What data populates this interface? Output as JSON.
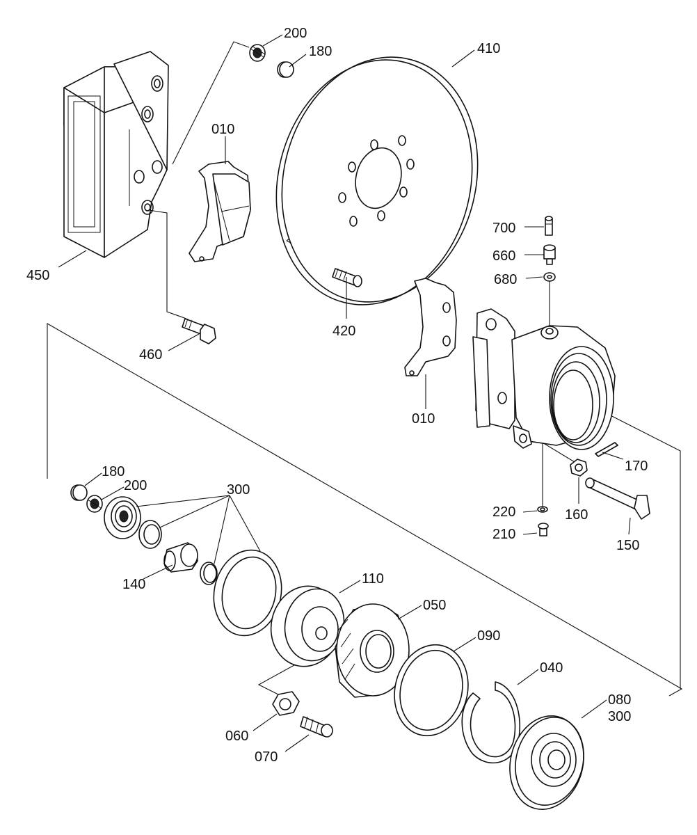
{
  "labels": {
    "l410": "410",
    "l200a": "200",
    "l180a": "180",
    "l010a": "010",
    "l450": "450",
    "l460": "460",
    "l420": "420",
    "l010b": "010",
    "l700": "700",
    "l660": "660",
    "l680": "680",
    "l170": "170",
    "l220": "220",
    "l160": "160",
    "l210": "210",
    "l150": "150",
    "l180b": "180",
    "l200b": "200",
    "l300a": "300",
    "l140": "140",
    "l110": "110",
    "l050": "050",
    "l090": "090",
    "l040": "040",
    "l080": "080",
    "l300b": "300",
    "l060": "060",
    "l070": "070"
  }
}
